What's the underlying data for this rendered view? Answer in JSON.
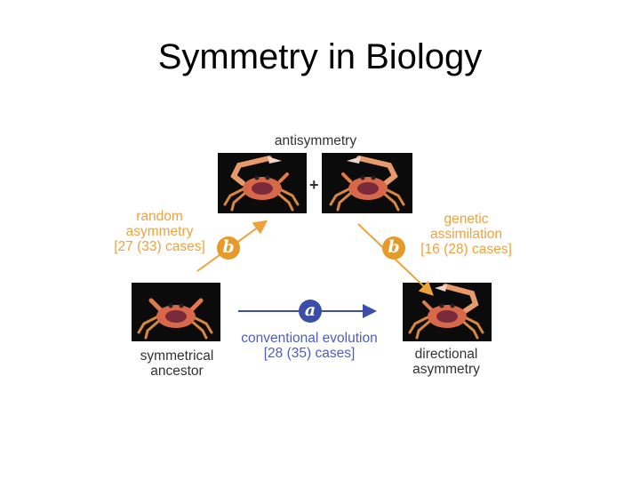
{
  "title": "Symmetry in Biology",
  "diagram": {
    "top_label": "antisymmetry",
    "plus_sign": "+",
    "left_path": {
      "label": "random\nasymmetry\n[27 (33) cases]",
      "badge": "b",
      "color": "#f0a23a"
    },
    "right_path": {
      "label": "genetic\nassimilation\n[16 (28) cases]",
      "badge": "b",
      "color": "#f0a23a"
    },
    "bottom_path": {
      "label": "conventional evolution\n[28 (35) cases]",
      "badge": "a",
      "color": "#4a5fc1"
    },
    "left_node_label": "symmetrical\nancestor",
    "right_node_label": "directional\nasymmetry"
  }
}
